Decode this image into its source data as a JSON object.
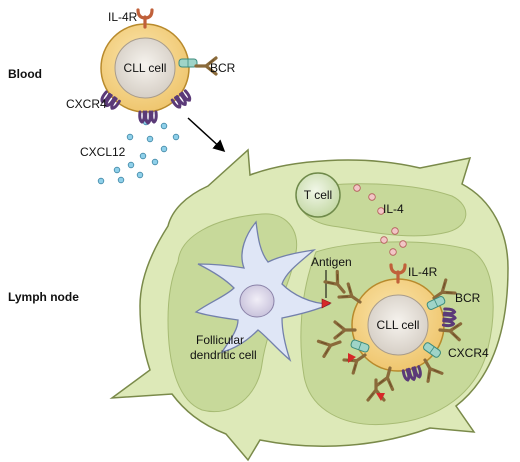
{
  "sections": {
    "blood": "Blood",
    "lymph_node": "Lymph node"
  },
  "blood_cell": {
    "cell": "CLL cell",
    "il4r": "IL-4R",
    "bcr": "BCR",
    "cxcr4": "CXCR4",
    "chemokine": "CXCL12"
  },
  "lymph_node": {
    "t_cell": "T cell",
    "il4": "IL-4",
    "antigen": "Antigen",
    "fdc_line1": "Follicular",
    "fdc_line2": "dendritic cell",
    "cell": "CLL cell",
    "il4r": "IL-4R",
    "bcr": "BCR",
    "cxcr4": "CXCR4"
  },
  "colors": {
    "node_fill": "#dde9b8",
    "follicle_fill": "#c7d99a",
    "outline": "#7a8a4a",
    "cll_outer": "#f4d78e",
    "cll_inner": "#e4dfd8",
    "bcr": "#8a6a3a",
    "cxcr4": "#5b3a78",
    "il4r": "#c0603a",
    "cxcl12": "#8fd0ea",
    "il4_dot": "#f2c6c6",
    "fdc": "#dfe6f6",
    "antigen": "#d62828",
    "tcell": "#d9e7c4"
  }
}
